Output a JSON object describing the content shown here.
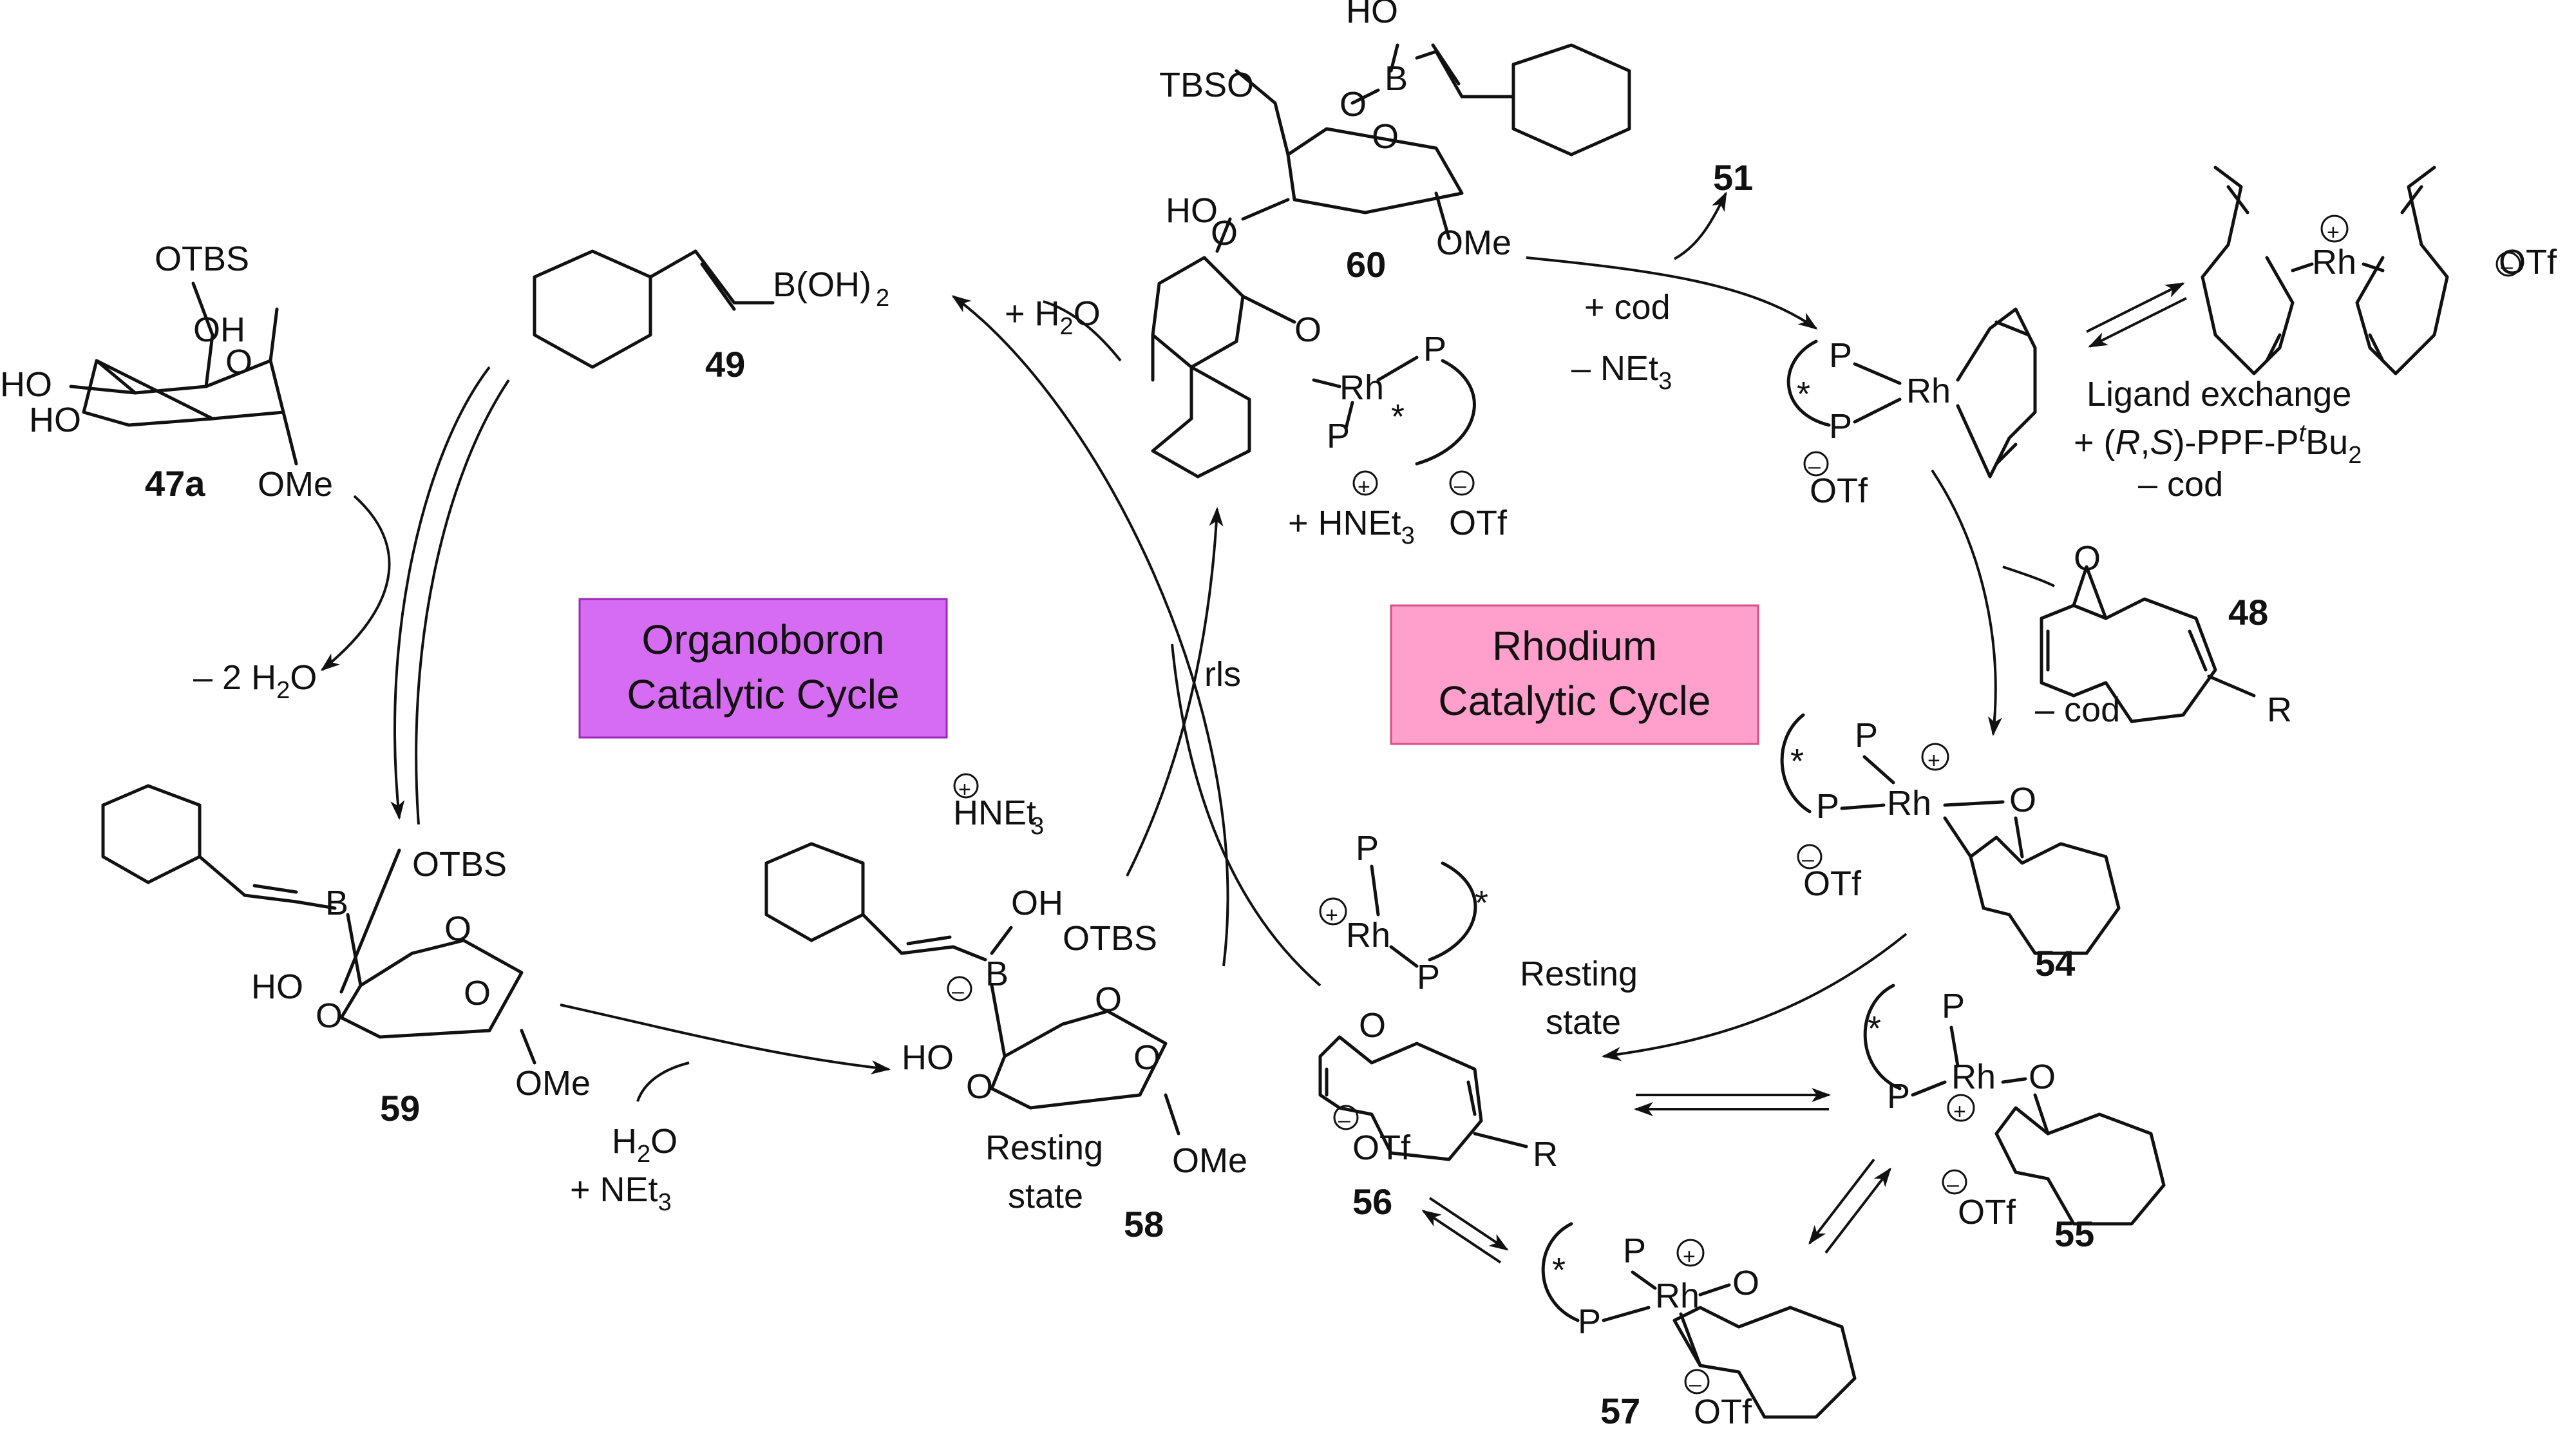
{
  "boxes": {
    "organoboron": {
      "line1": "Organoboron",
      "line2": "Catalytic Cycle",
      "fill": "#d66cf2",
      "stroke": "#9b2ab8"
    },
    "rhodium": {
      "line1": "Rhodium",
      "line2": "Catalytic Cycle",
      "fill": "#ff9fcb",
      "stroke": "#d94f86"
    }
  },
  "compounds": {
    "c47a": "47a",
    "c49": "49",
    "c59": "59",
    "c58": "58",
    "c60": "60",
    "c51": "51",
    "c48": "48",
    "c54": "54",
    "c56": "56",
    "c55": "55",
    "c57": "57"
  },
  "text": {
    "otbs": "OTBS",
    "tbso": "TBSO",
    "ho": "HO",
    "oh": "OH",
    "o": "O",
    "ome": "OMe",
    "b": "B",
    "boh2_main": "B(OH)",
    "boh2_sub": "2",
    "minus_2h2o_pre": "– 2 H",
    "minus_2h2o_sub": "2",
    "minus_2h2o_post": "O",
    "plus_h2o_pre": "+ H",
    "plus_h2o_sub": "2",
    "plus_h2o_post": "O",
    "h2o_pre": "H",
    "h2o_sub": "2",
    "h2o_post": "O",
    "plus_net3_pre": "+ NEt",
    "plus_net3_sub": "3",
    "hnet3_pre": "HNEt",
    "hnet3_sub": "3",
    "plus_hnet3_pre": "+ HNEt",
    "plus_hnet3_sub": "3",
    "otf": "OTf",
    "rls": "rls",
    "resting1": "Resting",
    "resting2": "state",
    "plus_cod": "+ cod",
    "minus_net3_pre": "– NEt",
    "minus_net3_sub": "3",
    "minus_cod": "– cod",
    "ligand_exchange": "Ligand exchange",
    "ligand_pre": "+ (",
    "ligand_r": "R",
    "ligand_comma": ",",
    "ligand_s": "S",
    "ligand_mid": ")-PPF-P",
    "ligand_t": "t",
    "ligand_bu": "Bu",
    "ligand_sub": "2",
    "ligand_minus_cod": "– cod",
    "p": "P",
    "rh": "Rh",
    "star": "*",
    "r": "R"
  }
}
